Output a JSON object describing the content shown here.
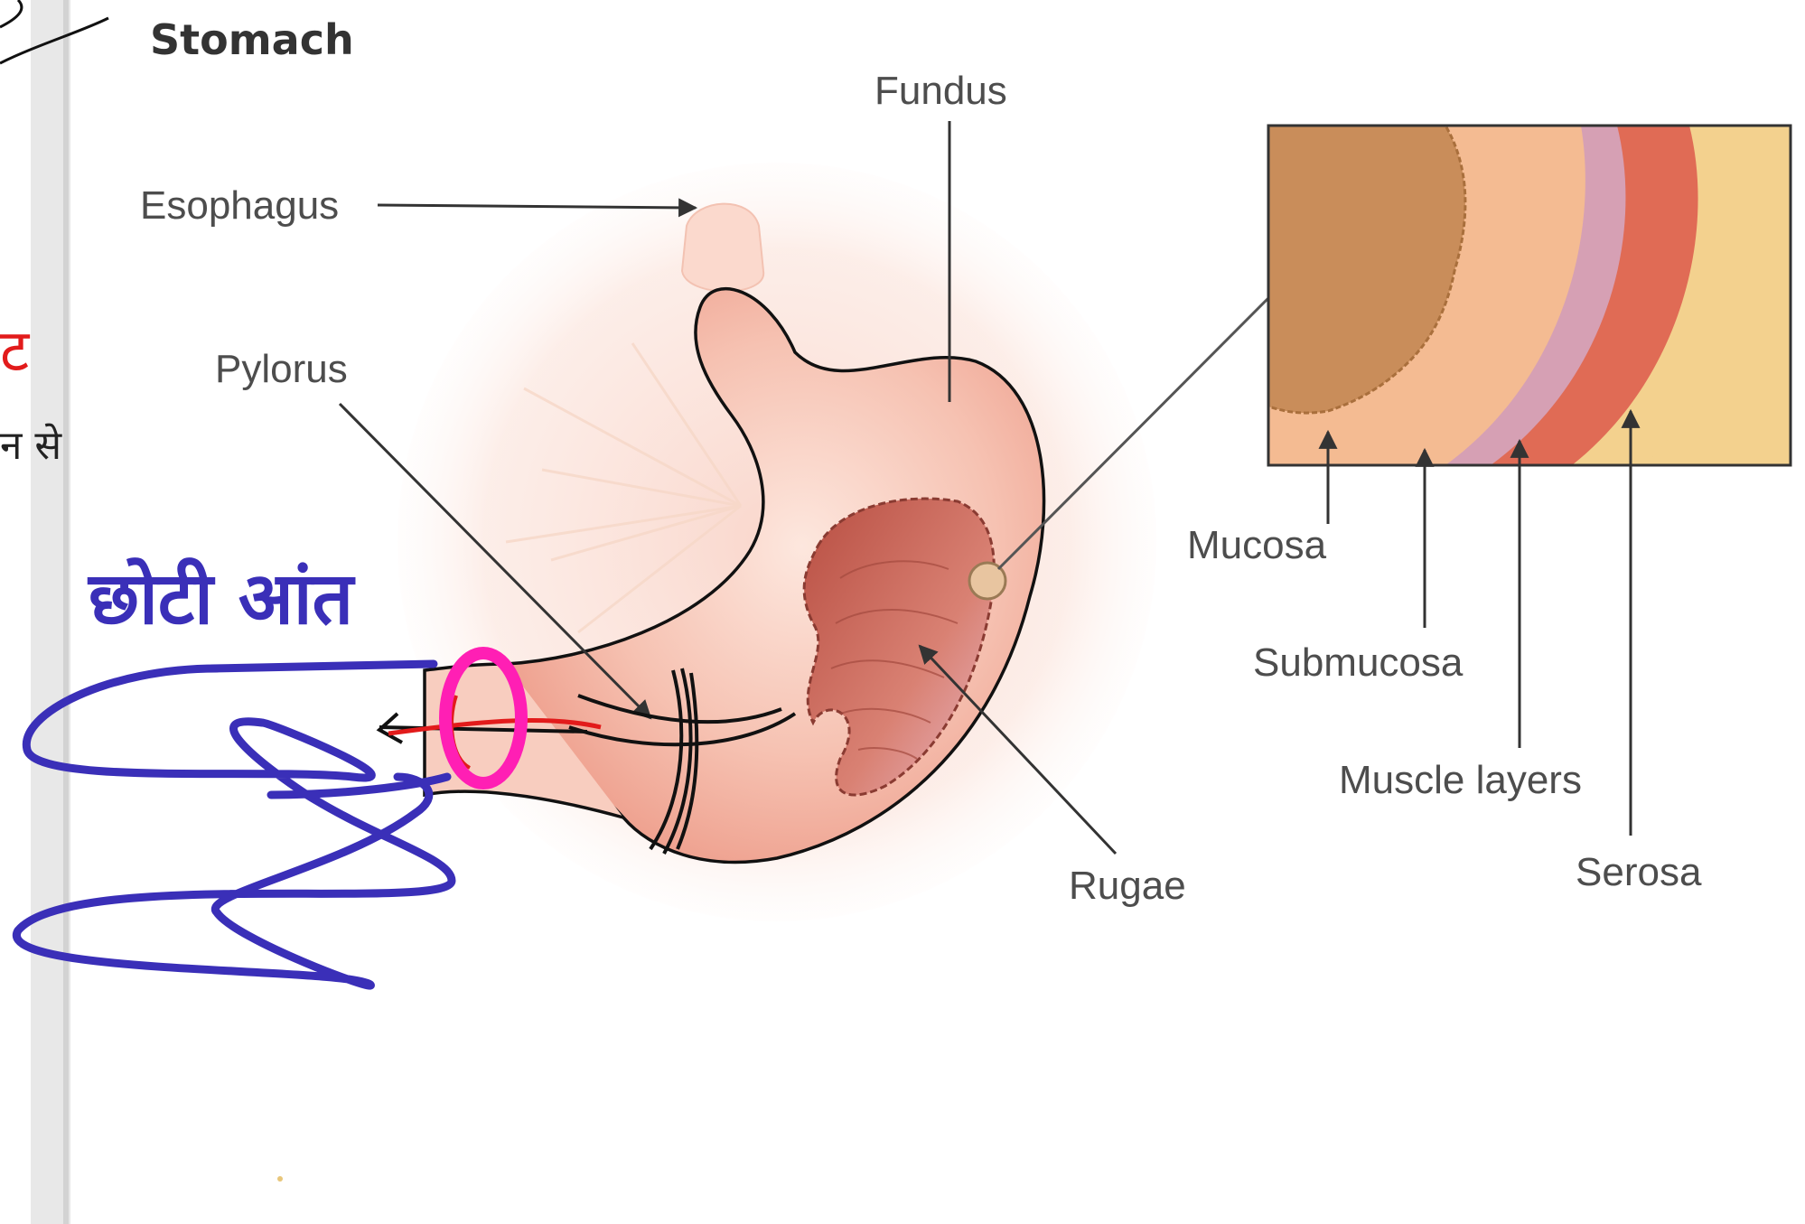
{
  "title": "Stomach",
  "labels": {
    "fundus": "Fundus",
    "esophagus": "Esophagus",
    "pylorus": "Pylorus",
    "rugae": "Rugae",
    "mucosa": "Mucosa",
    "submucosa": "Submucosa",
    "muscle_layers": "Muscle layers",
    "serosa": "Serosa"
  },
  "handwriting": {
    "blue_note": "छोटी आंत",
    "margin_note": "न से",
    "red_mark": "ट"
  },
  "colors": {
    "label_text": "#4d4d4d",
    "title_text": "#333333",
    "stomach_fill": "#f6c3b4",
    "rugae_fill": "#c96a5a",
    "mucosa_fill": "#c98d5a",
    "submucosa_fill": "#f4bb92",
    "muscle_inner": "#d6a0b4",
    "muscle_outer": "#e06b55",
    "serosa_fill": "#f3d18e",
    "ink_blue": "#3a2fb8",
    "ink_magenta": "#ff1fb4",
    "ink_red": "#e21b1b",
    "ink_black": "#111111"
  }
}
